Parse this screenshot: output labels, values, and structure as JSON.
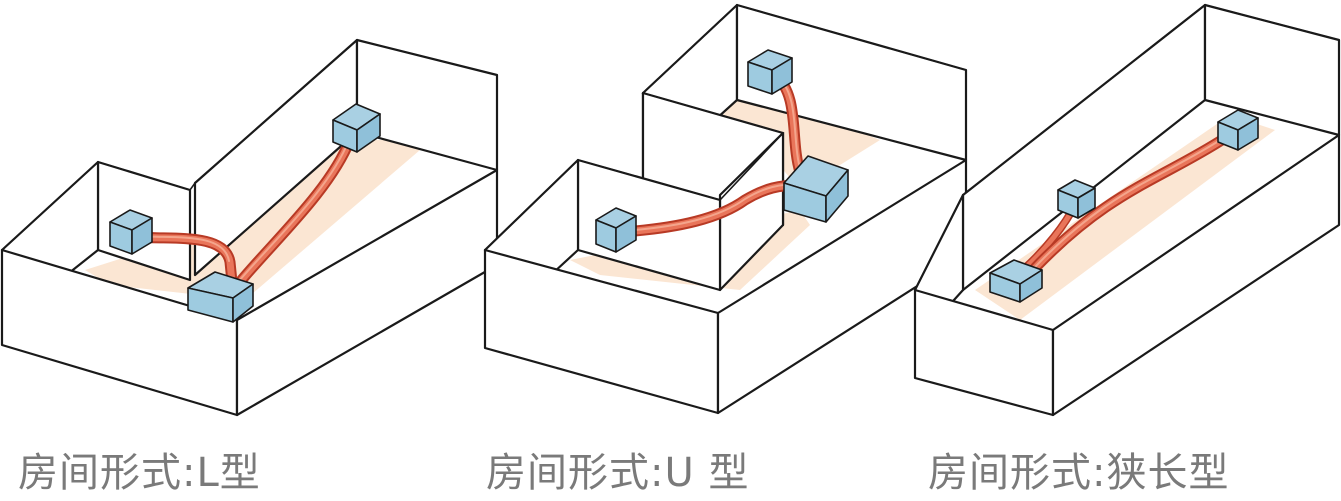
{
  "captions": {
    "l_type": "房间形式:L型",
    "u_type": "房间形式:U 型",
    "narrow_type": "房间形式:狭长型"
  },
  "colors": {
    "wall": "#ffffff",
    "outline": "#1a1a1a",
    "floor": "#fbe6d3",
    "unit": "#a9d0e3",
    "pipe": "#e9755a",
    "caption": "#7a7a7a"
  }
}
